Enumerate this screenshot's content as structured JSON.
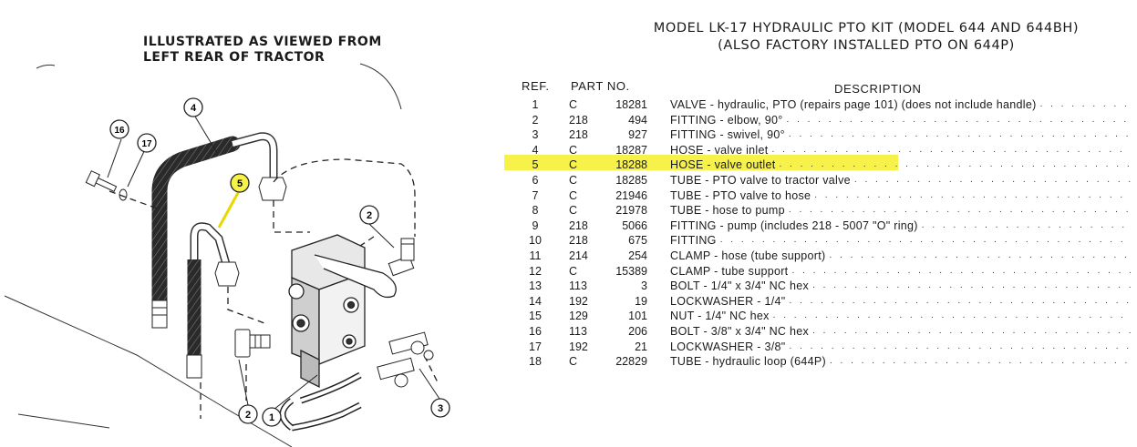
{
  "illustration": {
    "caption_line1": "ILLUSTRATED AS VIEWED FROM",
    "caption_line2": "LEFT REAR OF TRACTOR",
    "callouts": [
      "16",
      "17",
      "4",
      "5",
      "2",
      "2",
      "1",
      "3"
    ]
  },
  "kit": {
    "title_line1": "MODEL LK-17 HYDRAULIC PTO KIT (MODEL 644 AND 644BH)",
    "title_line2": "(ALSO FACTORY INSTALLED PTO ON 644P)",
    "headers": {
      "ref": "REF.",
      "part_no": "PART NO.",
      "description": "DESCRIPTION"
    },
    "highlighted_ref": "5",
    "parts": [
      {
        "ref": "1",
        "prefix": "C",
        "number": "18281",
        "description": "VALVE - hydraulic, PTO (repairs page 101) (does not include handle)"
      },
      {
        "ref": "2",
        "prefix": "218",
        "number": "494",
        "description": "FITTING - elbow, 90°"
      },
      {
        "ref": "3",
        "prefix": "218",
        "number": "927",
        "description": "FITTING - swivel, 90°"
      },
      {
        "ref": "4",
        "prefix": "C",
        "number": "18287",
        "description": "HOSE - valve inlet"
      },
      {
        "ref": "5",
        "prefix": "C",
        "number": "18288",
        "description": "HOSE - valve outlet"
      },
      {
        "ref": "6",
        "prefix": "C",
        "number": "18285",
        "description": "TUBE - PTO valve to tractor valve"
      },
      {
        "ref": "7",
        "prefix": "C",
        "number": "21946",
        "description": "TUBE - PTO valve to hose"
      },
      {
        "ref": "8",
        "prefix": "C",
        "number": "21978",
        "description": "TUBE - hose to pump"
      },
      {
        "ref": "9",
        "prefix": "218",
        "number": "5066",
        "description": "FITTING - pump (includes 218 - 5007 \"O\" ring)"
      },
      {
        "ref": "10",
        "prefix": "218",
        "number": "675",
        "description": "FITTING"
      },
      {
        "ref": "11",
        "prefix": "214",
        "number": "254",
        "description": "CLAMP - hose (tube support)"
      },
      {
        "ref": "12",
        "prefix": "C",
        "number": "15389",
        "description": "CLAMP - tube support"
      },
      {
        "ref": "13",
        "prefix": "113",
        "number": "3",
        "description": "BOLT - 1/4\" x 3/4\" NC hex"
      },
      {
        "ref": "14",
        "prefix": "192",
        "number": "19",
        "description": "LOCKWASHER - 1/4\""
      },
      {
        "ref": "15",
        "prefix": "129",
        "number": "101",
        "description": "NUT - 1/4\" NC hex"
      },
      {
        "ref": "16",
        "prefix": "113",
        "number": "206",
        "description": "BOLT - 3/8\" x 3/4\" NC hex"
      },
      {
        "ref": "17",
        "prefix": "192",
        "number": "21",
        "description": "LOCKWASHER - 3/8\""
      },
      {
        "ref": "18",
        "prefix": "C",
        "number": "22829",
        "description": "TUBE - hydraulic loop (644P)"
      }
    ]
  },
  "colors": {
    "highlight": "#f6f24a",
    "ink": "#1a1a1a",
    "paper": "#ffffff"
  }
}
